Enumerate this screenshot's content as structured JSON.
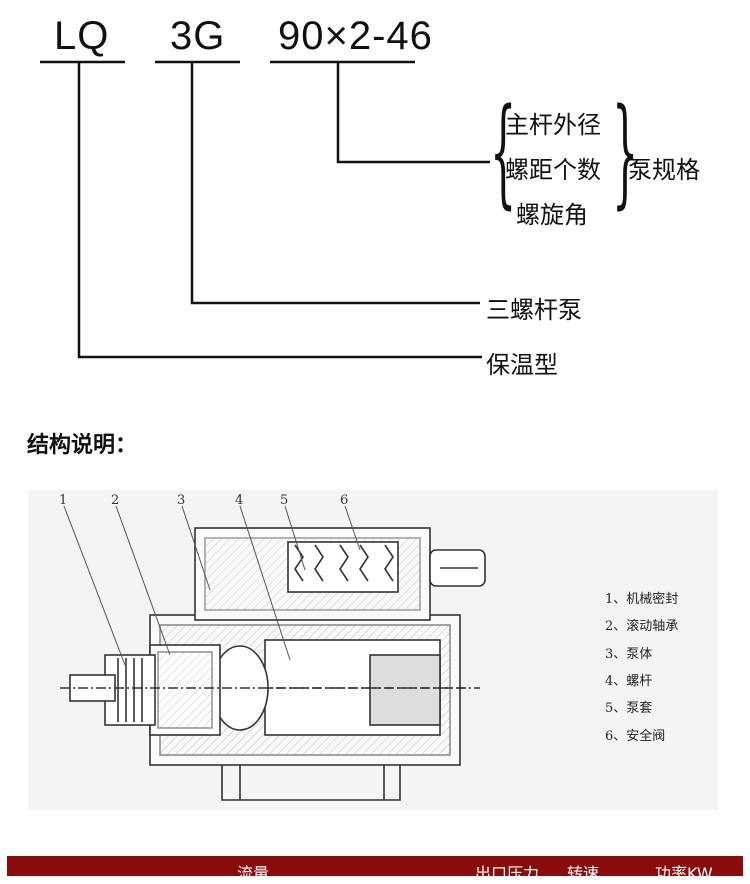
{
  "code": {
    "part1": "LQ",
    "part2": "3G",
    "part3": "90×2-46"
  },
  "spec": {
    "lines": [
      "主杆外径",
      "螺距个数",
      "螺旋角"
    ],
    "label": "泵规格"
  },
  "labels": {
    "three_screw": "三螺杆泵",
    "insulated": "保温型"
  },
  "section_heading": "结构说明：",
  "drawing": {
    "numbers": [
      "1",
      "2",
      "3",
      "4",
      "5",
      "6"
    ],
    "legend": [
      "1、机械密封",
      "2、滚动轴承",
      "3、泵体",
      "4、螺杆",
      "5、泵套",
      "6、安全阀"
    ]
  },
  "table_header": {
    "flow": "流量",
    "outlet_pressure": "出口压力",
    "speed": "转速",
    "power": "功率KW"
  }
}
